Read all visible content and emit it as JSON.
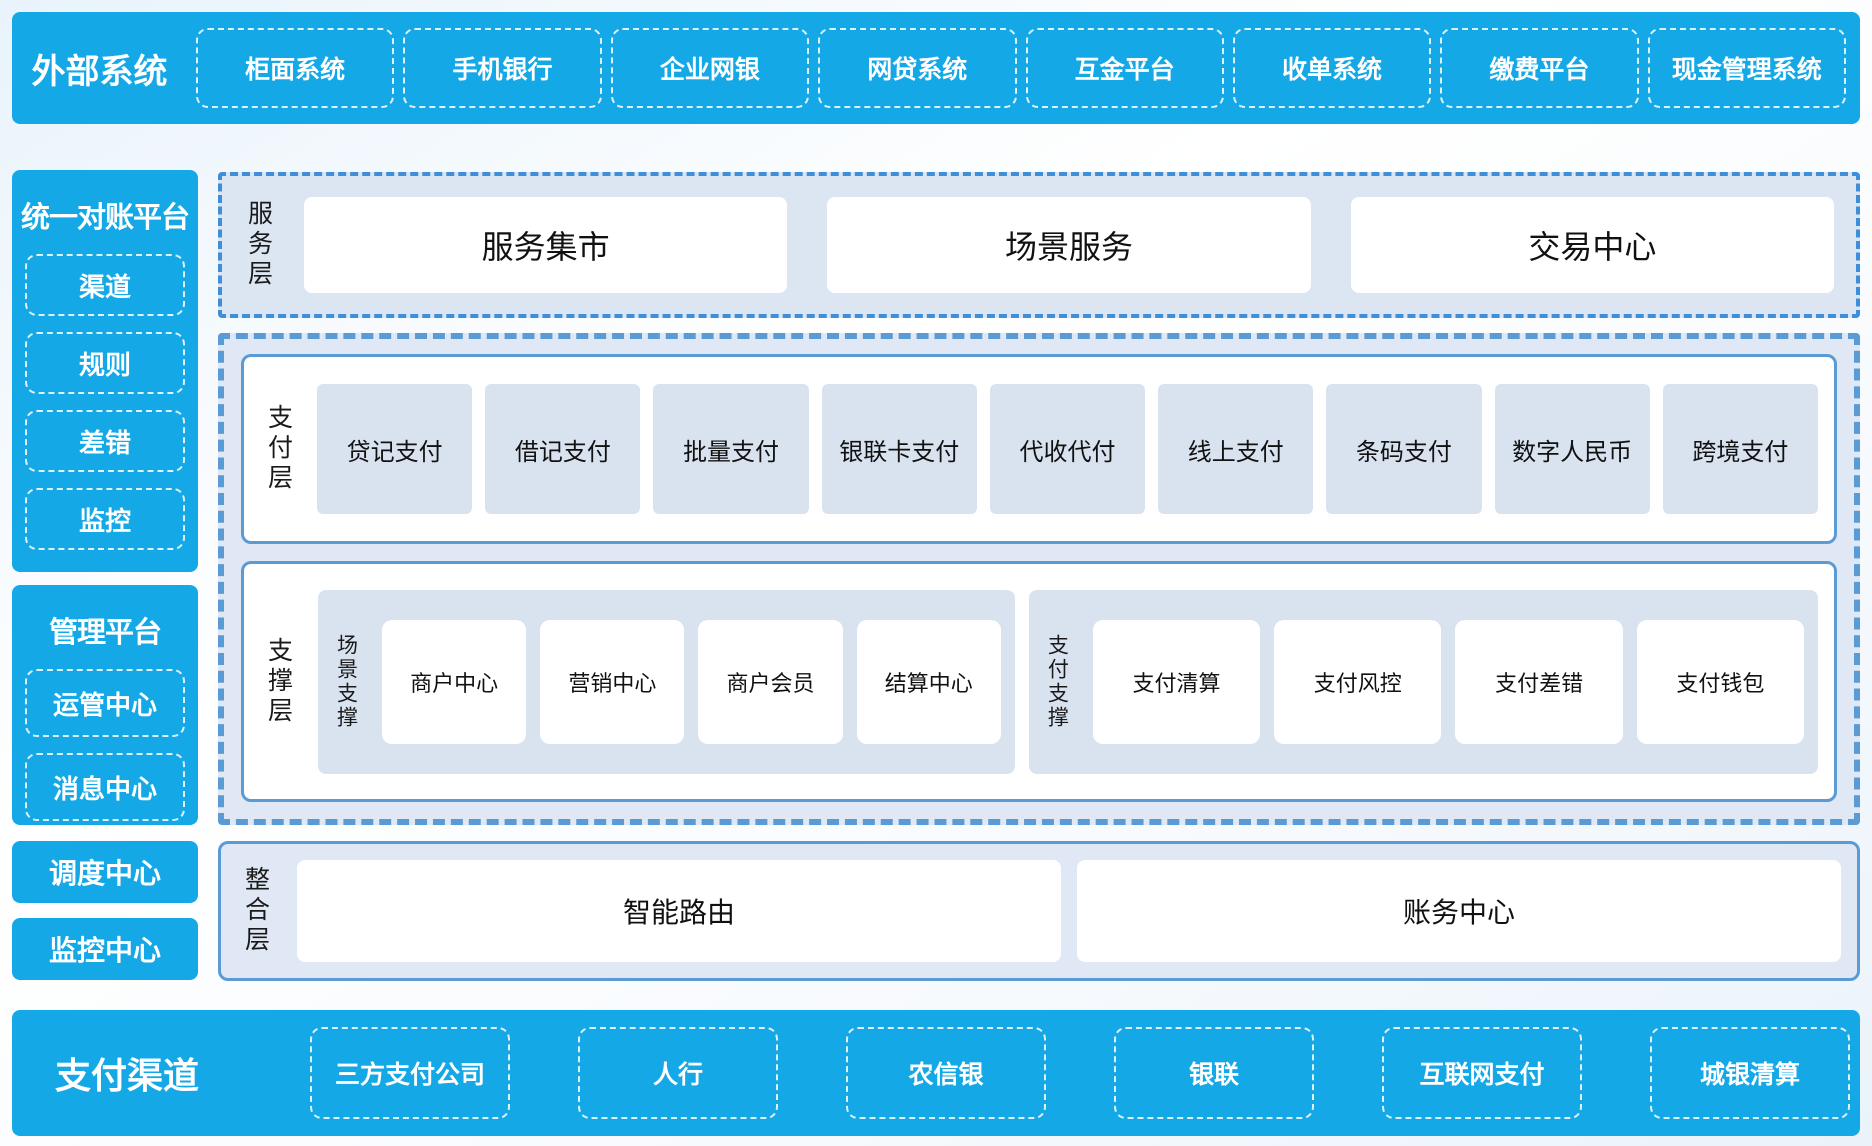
{
  "colors": {
    "primary_blue": "#15a8e7",
    "panel_border_blue": "#5b9bd5",
    "panel_bg_light": "#dfe8f4",
    "item_bg_light": "#d9e3f0",
    "dark_text": "#111111"
  },
  "top_bar": {
    "title": "外部系统",
    "items": [
      "柜面系统",
      "手机银行",
      "企业网银",
      "网贷系统",
      "互金平台",
      "收单系统",
      "缴费平台",
      "现金管理系统"
    ]
  },
  "left_column": {
    "reconciliation": {
      "title": "统一对账平台",
      "items": [
        "渠道",
        "规则",
        "差错",
        "监控"
      ]
    },
    "management": {
      "title": "管理平台",
      "items": [
        "运管中心",
        "消息中心"
      ]
    },
    "solo_blocks": [
      "调度中心",
      "监控中心"
    ]
  },
  "layers": {
    "service": {
      "label": "服务层",
      "items": [
        "服务集市",
        "场景服务",
        "交易中心"
      ]
    },
    "payment": {
      "label": "支付层",
      "items": [
        "贷记支付",
        "借记支付",
        "批量支付",
        "银联卡支付",
        "代收代付",
        "线上支付",
        "条码支付",
        "数字人民币",
        "跨境支付"
      ]
    },
    "support": {
      "label": "支撑层",
      "groups": [
        {
          "label": "场景支撑",
          "items": [
            "商户中心",
            "营销中心",
            "商户会员",
            "结算中心"
          ]
        },
        {
          "label": "支付支撑",
          "items": [
            "支付清算",
            "支付风控",
            "支付差错",
            "支付钱包"
          ]
        }
      ]
    },
    "integration": {
      "label": "整合层",
      "items": [
        "智能路由",
        "账务中心"
      ]
    }
  },
  "bottom_bar": {
    "title": "支付渠道",
    "items": [
      "三方支付公司",
      "人行",
      "农信银",
      "银联",
      "互联网支付",
      "城银清算"
    ]
  }
}
